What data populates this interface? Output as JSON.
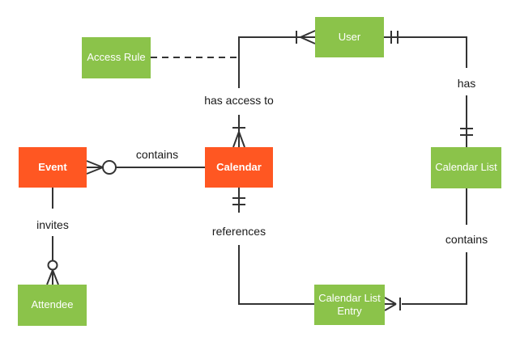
{
  "entities": {
    "access_rule": {
      "label": "Access Rule",
      "color": "#8BC34A"
    },
    "user": {
      "label": "User",
      "color": "#8BC34A"
    },
    "event": {
      "label": "Event",
      "color": "#FF5722"
    },
    "calendar": {
      "label": "Calendar",
      "color": "#FF5722"
    },
    "calendar_list": {
      "label": "Calendar List",
      "color": "#8BC34A"
    },
    "attendee": {
      "label": "Attendee",
      "color": "#8BC34A"
    },
    "calendar_list_entry": {
      "label": "Calendar List Entry",
      "color": "#8BC34A"
    }
  },
  "relationships": {
    "has_access_to": {
      "label": "has access to",
      "from": "User",
      "to": "Calendar",
      "from_marker": "one-or-many",
      "to_marker": "one-or-many"
    },
    "has": {
      "label": "has",
      "from": "User",
      "to": "Calendar List",
      "from_marker": "one",
      "to_marker": "one"
    },
    "contains_events": {
      "label": "contains",
      "from": "Calendar",
      "to": "Event",
      "to_marker": "zero-or-many"
    },
    "invites": {
      "label": "invites",
      "from": "Event",
      "to": "Attendee",
      "to_marker": "zero-or-many"
    },
    "references": {
      "label": "references",
      "from": "Calendar",
      "to": "Calendar List Entry",
      "from_marker": "one"
    },
    "contains_entries": {
      "label": "contains",
      "from": "Calendar List",
      "to": "Calendar List Entry",
      "to_marker": "one-or-many"
    },
    "access_rule_link": {
      "label": "",
      "from": "Access Rule",
      "to": "has access to relationship",
      "style": "dashed"
    }
  },
  "colors": {
    "entity_green": "#8BC34A",
    "entity_orange": "#FF5722",
    "line": "#333333",
    "background": "#FFFFFF",
    "entity_text": "#FFFFFF",
    "label_text": "#1A1A1A"
  }
}
